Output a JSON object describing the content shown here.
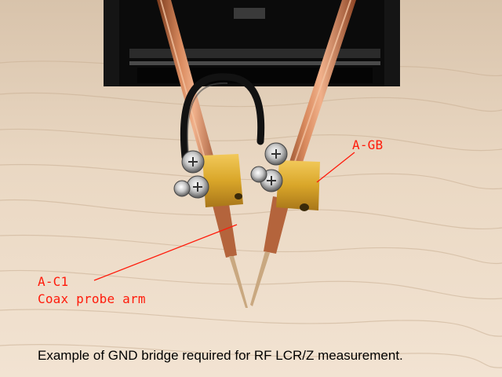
{
  "labels": {
    "agb": "A-GB",
    "ac1_line1": "A-C1",
    "ac1_line2": "Coax probe arm"
  },
  "caption": "Example of GND bridge required for RF LCR/Z measurement.",
  "colors": {
    "annotation_red": "#ff1a0a",
    "caption_black": "#000000",
    "copper": "#b4643c",
    "brass": "#d9a629",
    "fixture_black": "#0b0b0b",
    "wood": "#e2cdb4"
  }
}
